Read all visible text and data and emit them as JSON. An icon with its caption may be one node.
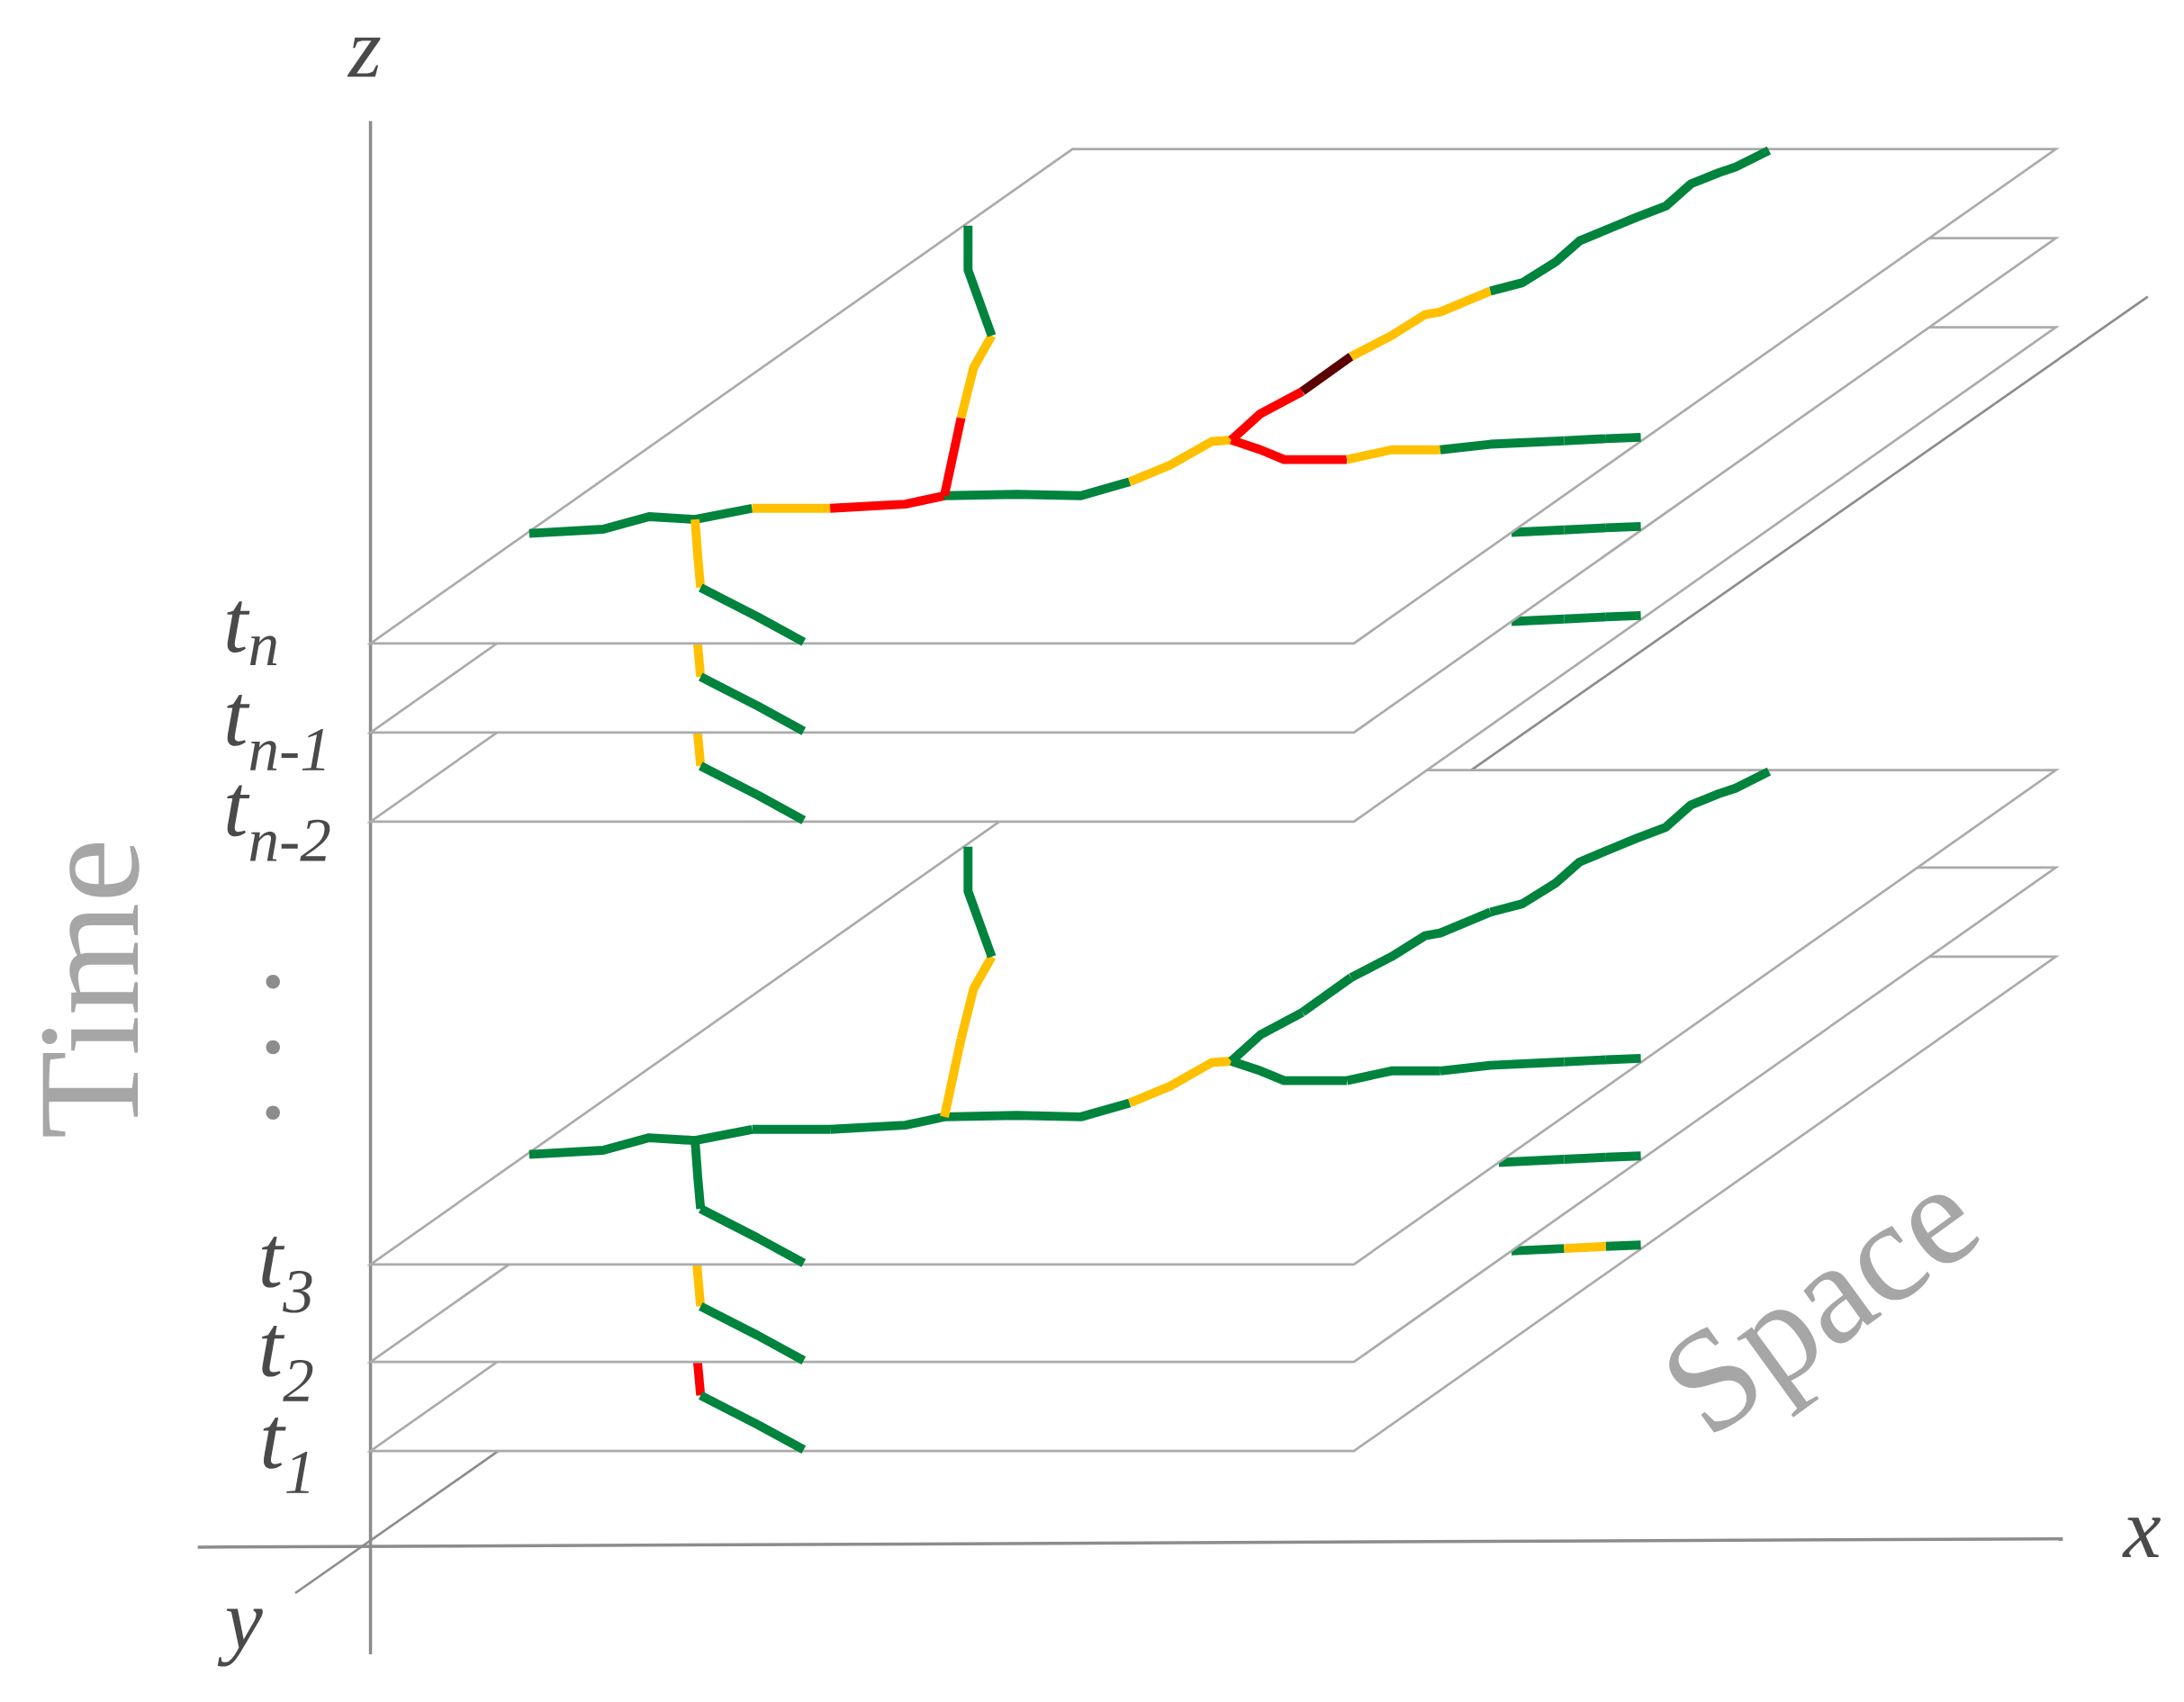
{
  "diagram": {
    "labels": [
      "z",
      "t$_{n}$",
      "t$_{n-1}$",
      "t$_{n-2}$",
      "Time",
      "t$_{3}$",
      "t$_{2}$",
      "t$_{1}$",
      "Space",
      "x",
      "y"
    ]
  }
}
